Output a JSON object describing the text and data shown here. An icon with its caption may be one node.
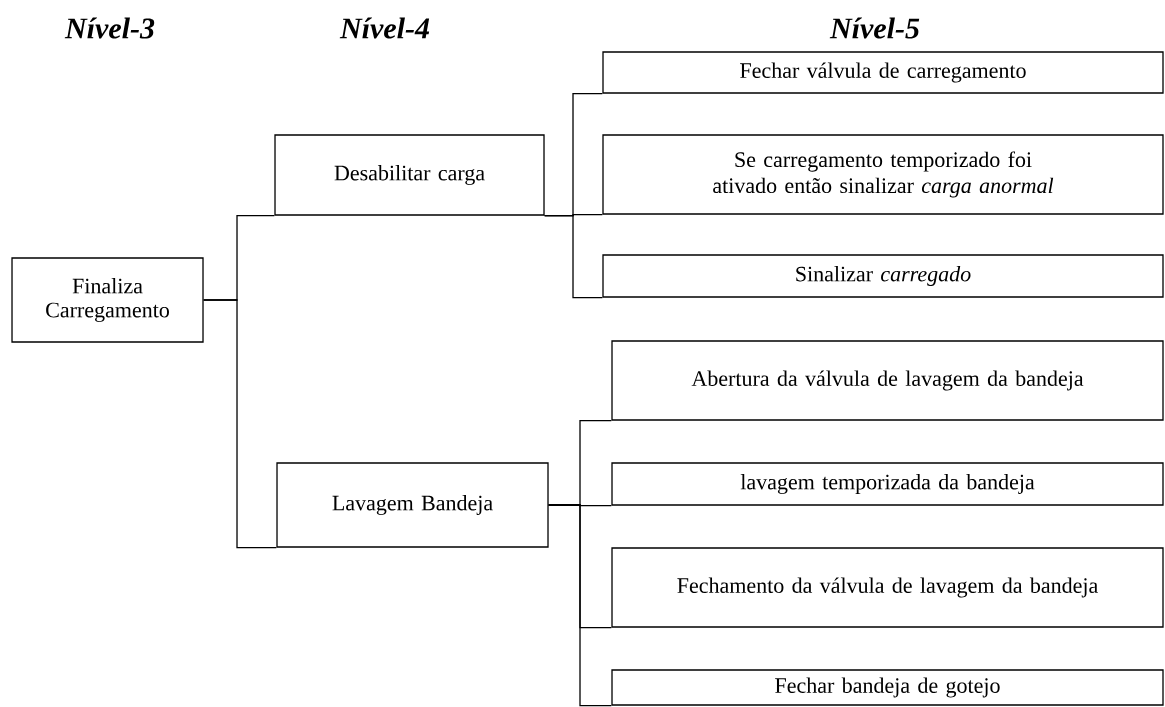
{
  "diagram": {
    "nodes": [
      {
        "text": [
          "Finaliza Carregamento"
        ]
      },
      {
        "text": [
          "Desabilitar carga"
        ]
      },
      {
        "text": [
          "Lavagem Bandeja"
        ]
      },
      {
        "text": [
          "Fechar válvula de carregamento"
        ]
      },
      {
        "text": [
          "Se carregamento temporizado foi ativado então sinalizar *carga anormal*"
        ]
      },
      {
        "text": [
          "Sinalizar *carregado*"
        ]
      },
      {
        "text": [
          "Abertura da válvula de lavagem da bandeja"
        ]
      },
      {
        "text": [
          "lavagem temporizada da bandeja"
        ]
      },
      {
        "text": [
          "Fechamento da válvula de lavagem da bandeja"
        ]
      },
      {
        "text": [
          "Fechar bandeja de gotejo"
        ]
      }
    ],
    "edges": [
      {
        "from": 0,
        "to": 1,
        "arrow": "none"
      },
      {
        "from": 0,
        "to": 2,
        "arrow": "none"
      },
      {
        "from": 1,
        "to": 3,
        "arrow": "none"
      },
      {
        "from": 1,
        "to": 4,
        "arrow": "none"
      },
      {
        "from": 1,
        "to": 5,
        "arrow": "none"
      },
      {
        "from": 2,
        "to": 6,
        "arrow": "none"
      },
      {
        "from": 2,
        "to": 7,
        "arrow": "none"
      },
      {
        "from": 2,
        "to": 8,
        "arrow": "none"
      },
      {
        "from": 2,
        "to": 9,
        "arrow": "none"
      }
    ],
    "labels": [
      "Nível-3",
      "Nível-4",
      "Nível-5"
    ]
  }
}
